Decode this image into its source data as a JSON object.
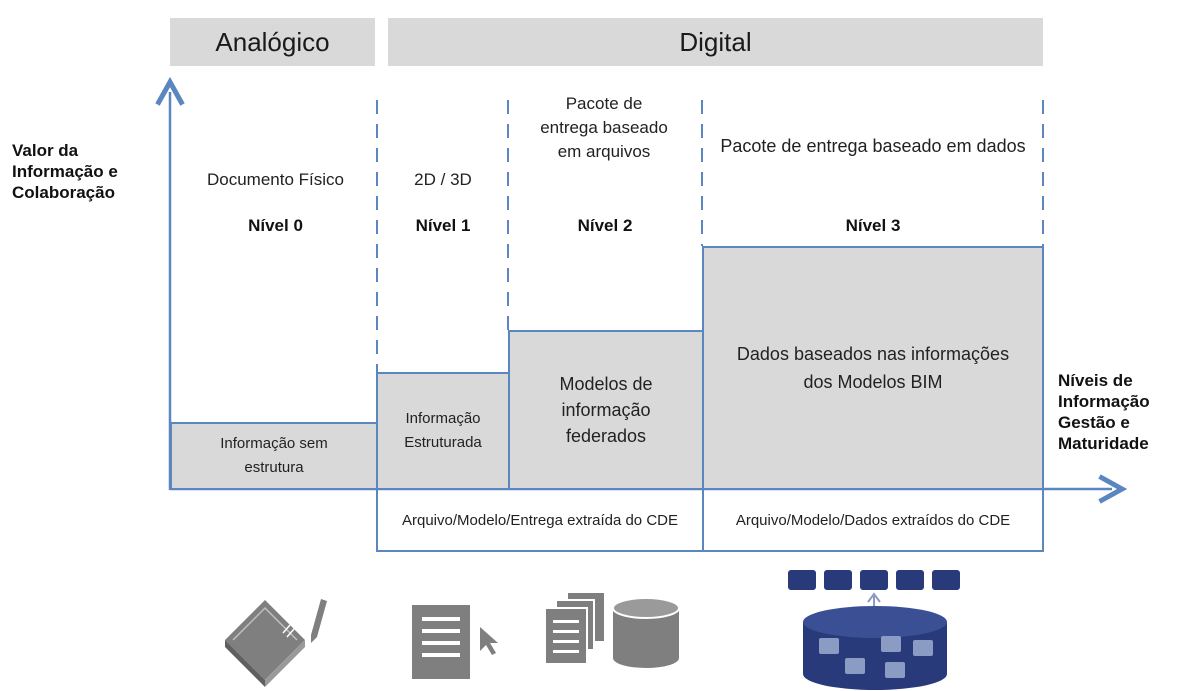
{
  "headers": {
    "analog": "Analógico",
    "digital": "Digital"
  },
  "y_axis_label": [
    "Valor da",
    "Informação e",
    "Colaboração"
  ],
  "x_axis_label": [
    "Níveis de",
    "Informação",
    "Gestão e",
    "Maturidade"
  ],
  "levels": [
    {
      "description": "Documento Físico",
      "name": "Nível 0",
      "box": "Informação sem estrutura"
    },
    {
      "description": "2D / 3D",
      "name": "Nível 1",
      "box": "Informação Estruturada"
    },
    {
      "description": "Pacote de entrega baseado em arquivos",
      "name": "Nível 2",
      "box": "Modelos de informação federados"
    },
    {
      "description": "Pacote de entrega baseado em dados",
      "name": "Nível 3",
      "box": "Dados baseados nas informações dos Modelos BIM"
    }
  ],
  "bottom": {
    "left": "Arquivo/Modelo/Entrega extraída do CDE",
    "right": "Arquivo/Modelo/Dados extraídos do CDE"
  },
  "icons": [
    "physical-document-icon",
    "document-cursor-icon",
    "files-database-icon",
    "bim-database-icon"
  ],
  "colors": {
    "accent": "#5b86c0",
    "box_fill": "#d9d9d9",
    "icon_gray": "#7f7f7f",
    "icon_navy": "#283a7a"
  }
}
